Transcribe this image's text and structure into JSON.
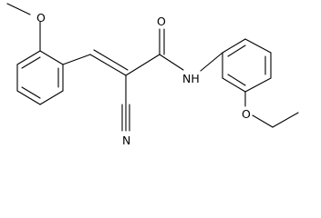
{
  "molecule": {
    "atom_labels": {
      "methoxy_oxygen": "O",
      "ethoxy_oxygen": "O",
      "carbonyl_oxygen": "O",
      "amide_nitrogen": "NH",
      "nitrile_nitrogen": "N"
    }
  }
}
